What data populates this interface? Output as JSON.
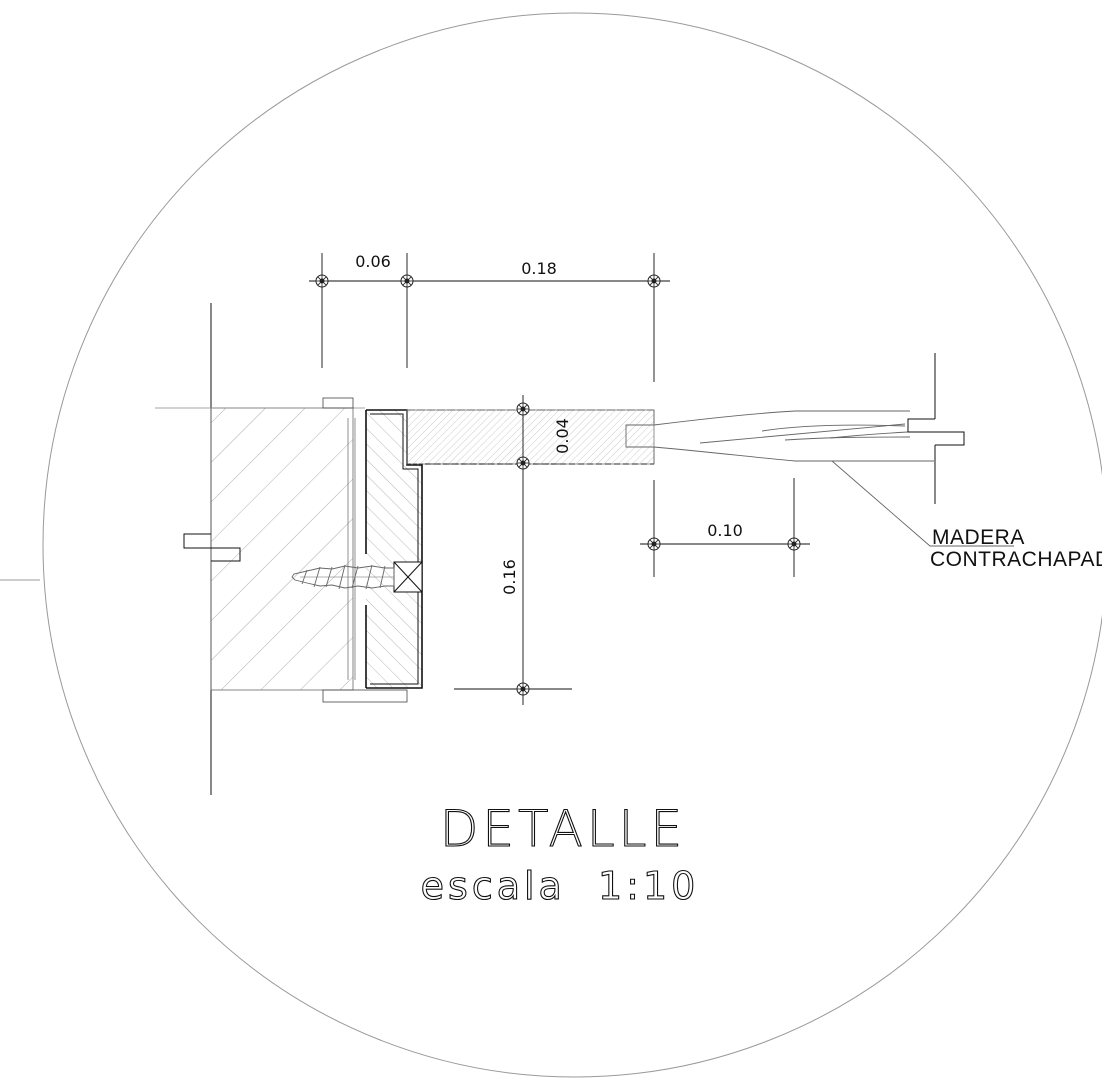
{
  "dimensions": {
    "top_left": "0.06",
    "top_right": "0.18",
    "vertical_small": "0.04",
    "vertical_large": "0.16",
    "right": "0.10"
  },
  "material_label": {
    "line1": "MADERA",
    "line2": "CONTRACHAPADA"
  },
  "title": "DETALLE",
  "subtitle": "escala  1:10",
  "colors": {
    "line": "#111111",
    "light_line": "#888888",
    "hatch": "#999999",
    "background": "#ffffff"
  }
}
